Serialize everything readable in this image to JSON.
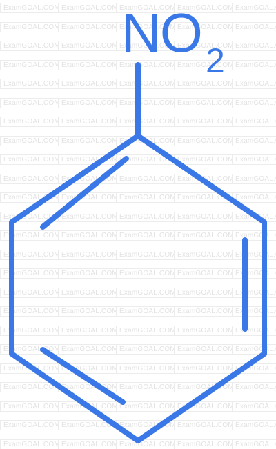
{
  "molecule": {
    "substituent_main": "NO",
    "substituent_subscript": "2"
  },
  "watermark_text": "ExamGOAL.COM",
  "colors": {
    "bond": "#3a78e8",
    "label": "#3a78e8",
    "watermark": "#e3e3e3",
    "background": "#ffffff"
  }
}
